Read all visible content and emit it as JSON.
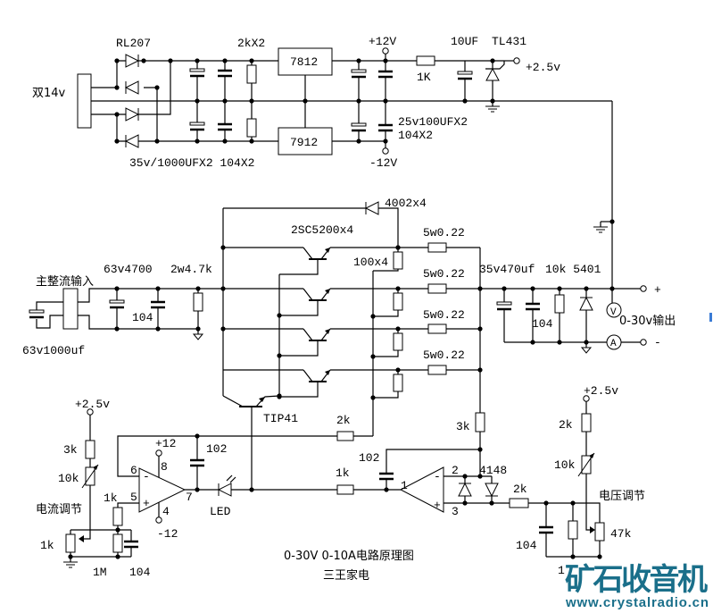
{
  "title": {
    "main": "0-30V 0-10A电路原理图",
    "author": "三王家电"
  },
  "watermark": {
    "logo": "矿石收音机",
    "url": "www.crystalradio.cn",
    "color": "#1a6f8a"
  },
  "power_supply": {
    "rectifier": "RL207",
    "transformer": "双14v",
    "bleed_resistors": "2kX2",
    "reg_pos": "7812",
    "reg_neg": "7912",
    "pos_rail": "+12V",
    "neg_rail": "-12V",
    "filter_caps": "35v/1000UFX2 104X2",
    "output_caps": "25v100UFX2",
    "output_caps_ceramic": "104X2",
    "ref_cap": "10UF",
    "ref_ic": "TL431",
    "ref_resistor": "1K",
    "ref_voltage": "+2.5v"
  },
  "power_stage": {
    "input": "主整流输入",
    "input_cap": "63v1000uf",
    "main_cap": "63v4700",
    "ceramic_cap": "104",
    "bleed_resistor": "2w4.7k",
    "protect_diodes": "4002x4",
    "transistors": "2SC5200x4",
    "base_resistors": "100x4",
    "emitter_resistors": [
      "5w0.22",
      "5w0.22",
      "5w0.22",
      "5w0.22"
    ],
    "driver": "TIP41"
  },
  "output": {
    "cap": "35v470uf",
    "resistor_diode": "10k 5401",
    "ceramic_cap": "104",
    "voltmeter": "V",
    "ammeter": "A",
    "label": "0-30v输出",
    "plus": "+",
    "minus": "-"
  },
  "current_control": {
    "ref": "+2.5v",
    "r_series": "3k",
    "pot_trim": "10k",
    "label": "电流调节",
    "pot": "1k",
    "r_input": "1k",
    "r_bias": "1M",
    "cap": "104",
    "supply_pos": "+12",
    "supply_neg": "-12",
    "pin6": "6",
    "pin5": "5",
    "pin8": "8",
    "pin4": "4",
    "pin7": "7",
    "comp_cap": "102",
    "feedback_resistor": "2k",
    "led": "LED"
  },
  "voltage_control": {
    "r_out": "1k",
    "comp_cap": "102",
    "pin1": "1",
    "pin2": "2",
    "pin3": "3",
    "diodes": "4148",
    "r_sense": "3k",
    "r_input": "2k",
    "ref": "+2.5v",
    "r_series": "2k",
    "pot_trim": "10k",
    "label": "电压调节",
    "pot": "47k",
    "cap": "104",
    "hidden_label": "1"
  }
}
